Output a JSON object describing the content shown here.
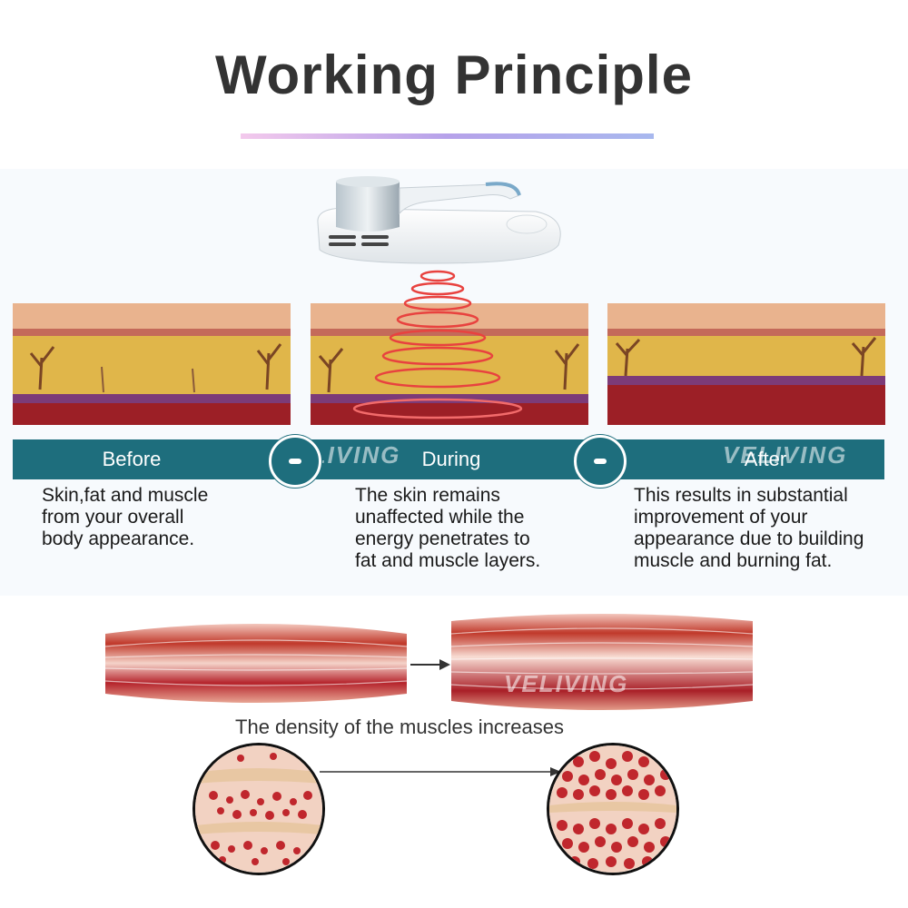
{
  "title": "Working Principle",
  "stages": [
    {
      "label": "Before",
      "description": [
        "Skin,fat and muscle",
        "from your overall",
        "body appearance."
      ]
    },
    {
      "label": "During",
      "description": [
        "The skin remains",
        "unaffected while the",
        "energy penetrates to",
        "fat and muscle layers."
      ]
    },
    {
      "label": "After",
      "description": [
        "This results in substantial",
        "improvement of your",
        "appearance due to building",
        "muscle and burning fat."
      ]
    }
  ],
  "caption": "The density of the muscles increases",
  "watermark": "VELIVING",
  "colors": {
    "bar": "#1e6e7d",
    "fat": "#e0b64a",
    "muscle": "#b5242c",
    "wave": "#e8423f"
  }
}
